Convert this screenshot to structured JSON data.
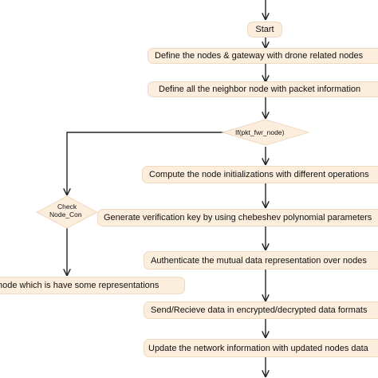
{
  "diagram": {
    "start": "Start",
    "step1": "Define the nodes & gateway with drone related nodes",
    "step2": "Define all the neighbor node with packet information",
    "decision_main": "If(pkt_fwr_node)",
    "step3": "Compute the node initializations with different operations",
    "decision_check_line1": "Check",
    "decision_check_line2": "Node_Con",
    "step4": "Generate verification key by using chebeshev polynomial parameters",
    "step5": "Authenticate the mutual data representation over nodes",
    "side_box": "node which is have some representations",
    "step6": "Send/Recieve data in encrypted/decrypted data formats",
    "step7": "Update the network information with updated nodes data"
  }
}
